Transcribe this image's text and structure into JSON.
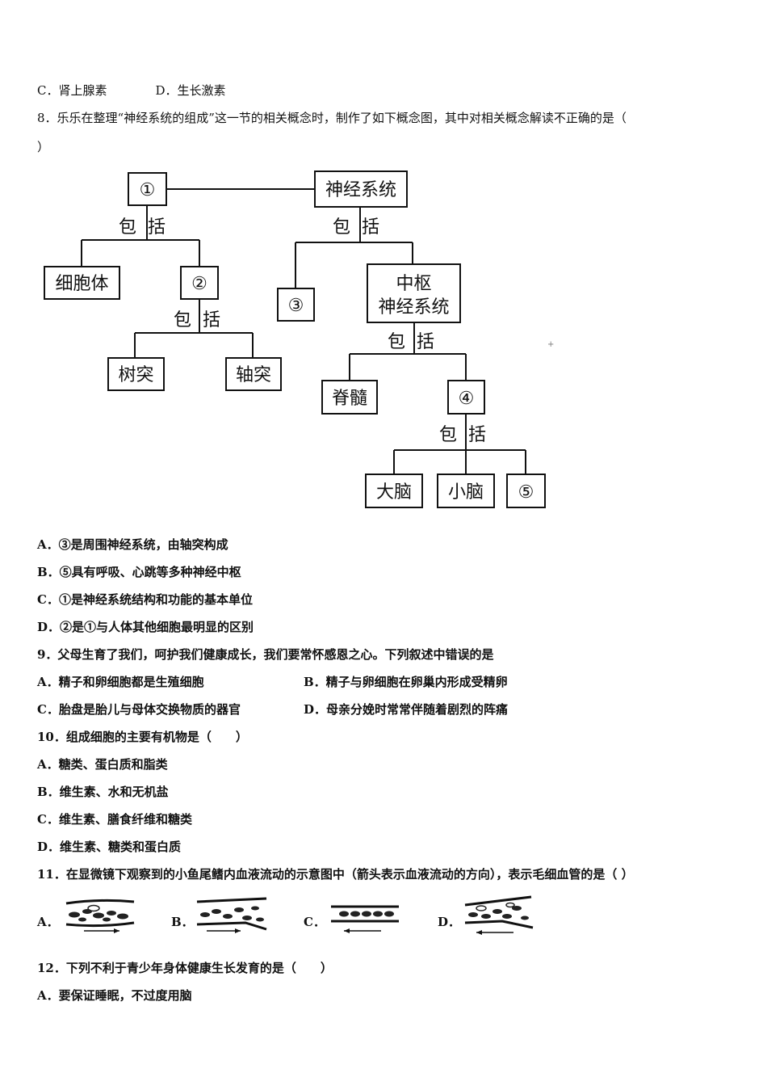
{
  "q7_tail": {
    "opt_c": "C．肾上腺素",
    "opt_d": "D．生长激素"
  },
  "q8": {
    "stem": "8．乐乐在整理“神经系统的组成”这一节的相关概念时，制作了如下概念图，其中对相关概念解读不正确的是（",
    "stem_end": "）",
    "diagram": {
      "n1": "①",
      "nervous_system": "神经系统",
      "includes_1": "包括",
      "includes_2": "包括",
      "cell_body": "细胞体",
      "n2": "②",
      "includes_3": "包括",
      "dendrite": "树突",
      "axon": "轴突",
      "n3": "③",
      "cns_line1": "中枢",
      "cns_line2": "神经系统",
      "includes_4": "包括",
      "spinal_cord": "脊髓",
      "n4": "④",
      "includes_5": "包括",
      "cerebrum": "大脑",
      "cerebellum": "小脑",
      "n5": "⑤"
    },
    "options": [
      "A．③是周围神经系统，由轴突构成",
      "B．⑤具有呼吸、心跳等多种神经中枢",
      "C．①是神经系统结构和功能的基本单位",
      "D．②是①与人体其他细胞最明显的区别"
    ]
  },
  "q9": {
    "stem": "9．父母生育了我们，呵护我们健康成长，我们要常怀感恩之心。下列叙述中错误的是",
    "opt_a": "A．精子和卵细胞都是生殖细胞",
    "opt_b": "B．精子与卵细胞在卵巢内形成受精卵",
    "opt_c": "C．胎盘是胎儿与母体交换物质的器官",
    "opt_d": "D．母亲分娩时常常伴随着剧烈的阵痛"
  },
  "q10": {
    "stem": "10．组成细胞的主要有机物是（　　）",
    "options": [
      "A．糖类、蛋白质和脂类",
      "B．维生素、水和无机盐",
      "C．维生素、膳食纤维和糖类",
      "D．维生素、糖类和蛋白质"
    ]
  },
  "q11": {
    "stem": "11．在显微镜下观察到的小鱼尾鳍内血液流动的示意图中（箭头表示血液流动的方向），表示毛细血管的是（ ）",
    "labels": [
      "A．",
      "B．",
      "C．",
      "D．"
    ]
  },
  "q12": {
    "stem": "12．下列不利于青少年身体健康生长发育的是（　　）",
    "opt_a": "A．要保证睡眠，不过度用脑"
  }
}
